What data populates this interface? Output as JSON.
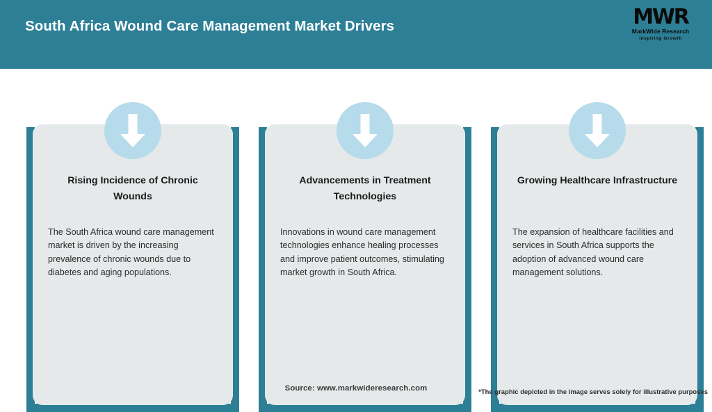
{
  "header": {
    "title": "South Africa Wound Care Management Market Drivers",
    "background_color": "#2d7f96",
    "title_color": "#ffffff"
  },
  "logo": {
    "mark": "MWR",
    "name": "MarkWide Research",
    "tagline": "Inspiring Growth"
  },
  "theme": {
    "accent": "#2d7f96",
    "panel": "#e5e9ea",
    "badge": "#b6dbeb",
    "arrow": "#ffffff"
  },
  "cards": [
    {
      "icon": "down-arrow-icon",
      "title": "Rising Incidence of Chronic Wounds",
      "body": "The South Africa wound care management market is driven by the increasing prevalence of chronic wounds due to diabetes and aging populations."
    },
    {
      "icon": "down-arrow-icon",
      "title": "Advancements in Treatment Technologies",
      "body": "Innovations in wound care management technologies enhance healing processes and improve patient outcomes, stimulating market growth in South Africa."
    },
    {
      "icon": "down-arrow-icon",
      "title": "Growing Healthcare Infrastructure",
      "body": "The expansion of healthcare facilities and services in South Africa supports the adoption of advanced wound care management solutions."
    }
  ],
  "footer": {
    "source": "Source: www.markwideresearch.com",
    "disclaimer": "*The graphic depicted in the image serves solely for illustrative purposes"
  }
}
